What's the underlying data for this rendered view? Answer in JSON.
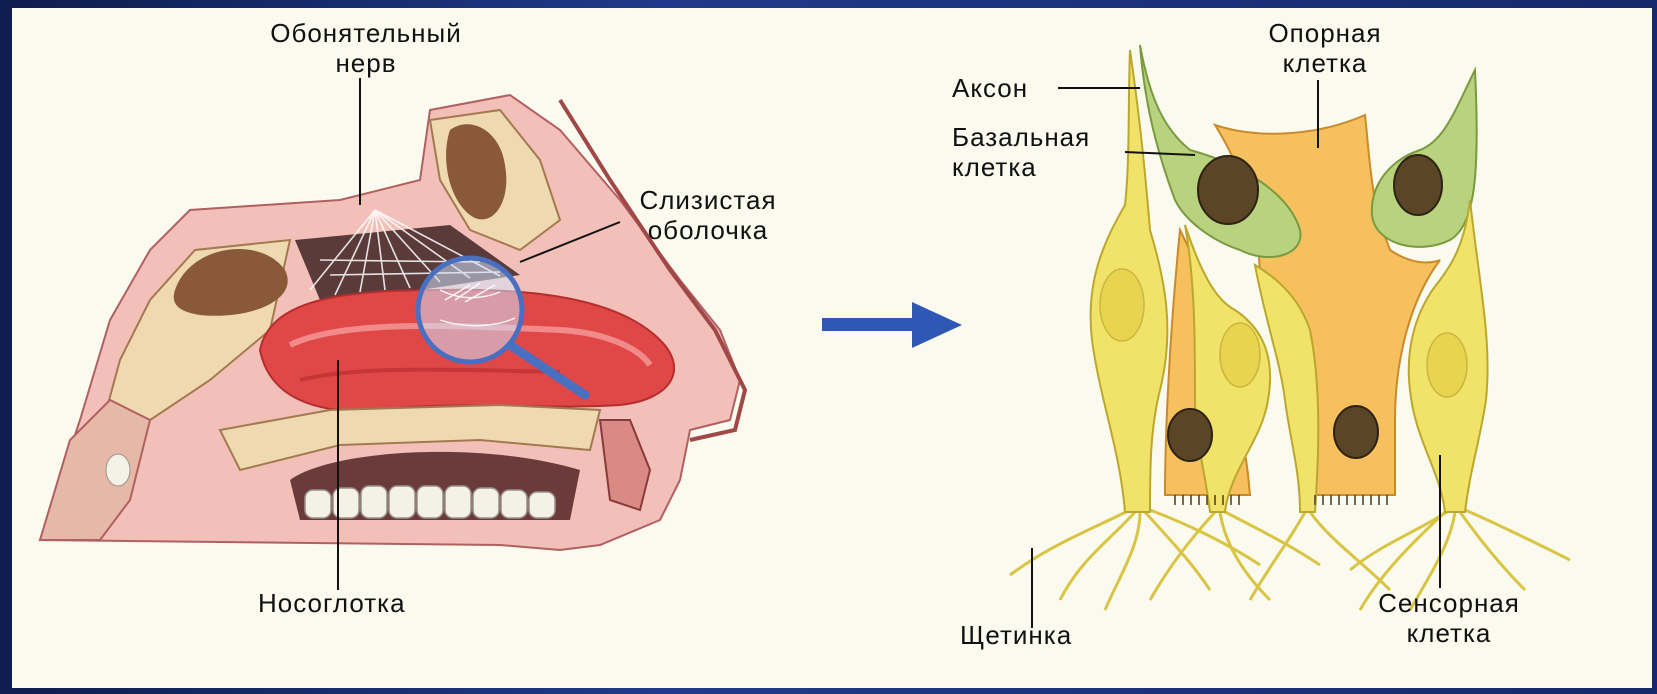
{
  "labels": {
    "olfactory_nerve": [
      "Обонятельный",
      "нерв"
    ],
    "mucous_membrane": [
      "Слизистая",
      "оболочка"
    ],
    "nasopharynx": "Носоглотка",
    "axon": "Аксон",
    "supporting_cell": [
      "Опорная",
      "клетка"
    ],
    "basal_cell": [
      "Базальная",
      "клетка"
    ],
    "bristle": "Щетинка",
    "sensory_cell": [
      "Сенсорная",
      "клетка"
    ]
  },
  "colors": {
    "background": "#fbfaee",
    "frame": "#1b2d6e",
    "arrow": "#2f58b4",
    "sensory_cell": "#f1e26a",
    "supporting_cell": "#f6c05e",
    "basal_cell": "#b8d27e",
    "nucleus": "#5a4526",
    "mucosa": "#e04848",
    "tissue": "#f2c0b8",
    "bone": "#efd9b0"
  },
  "icons": {
    "pointer_arrow": "arrow-right-icon",
    "magnifier": "magnifier-icon"
  }
}
